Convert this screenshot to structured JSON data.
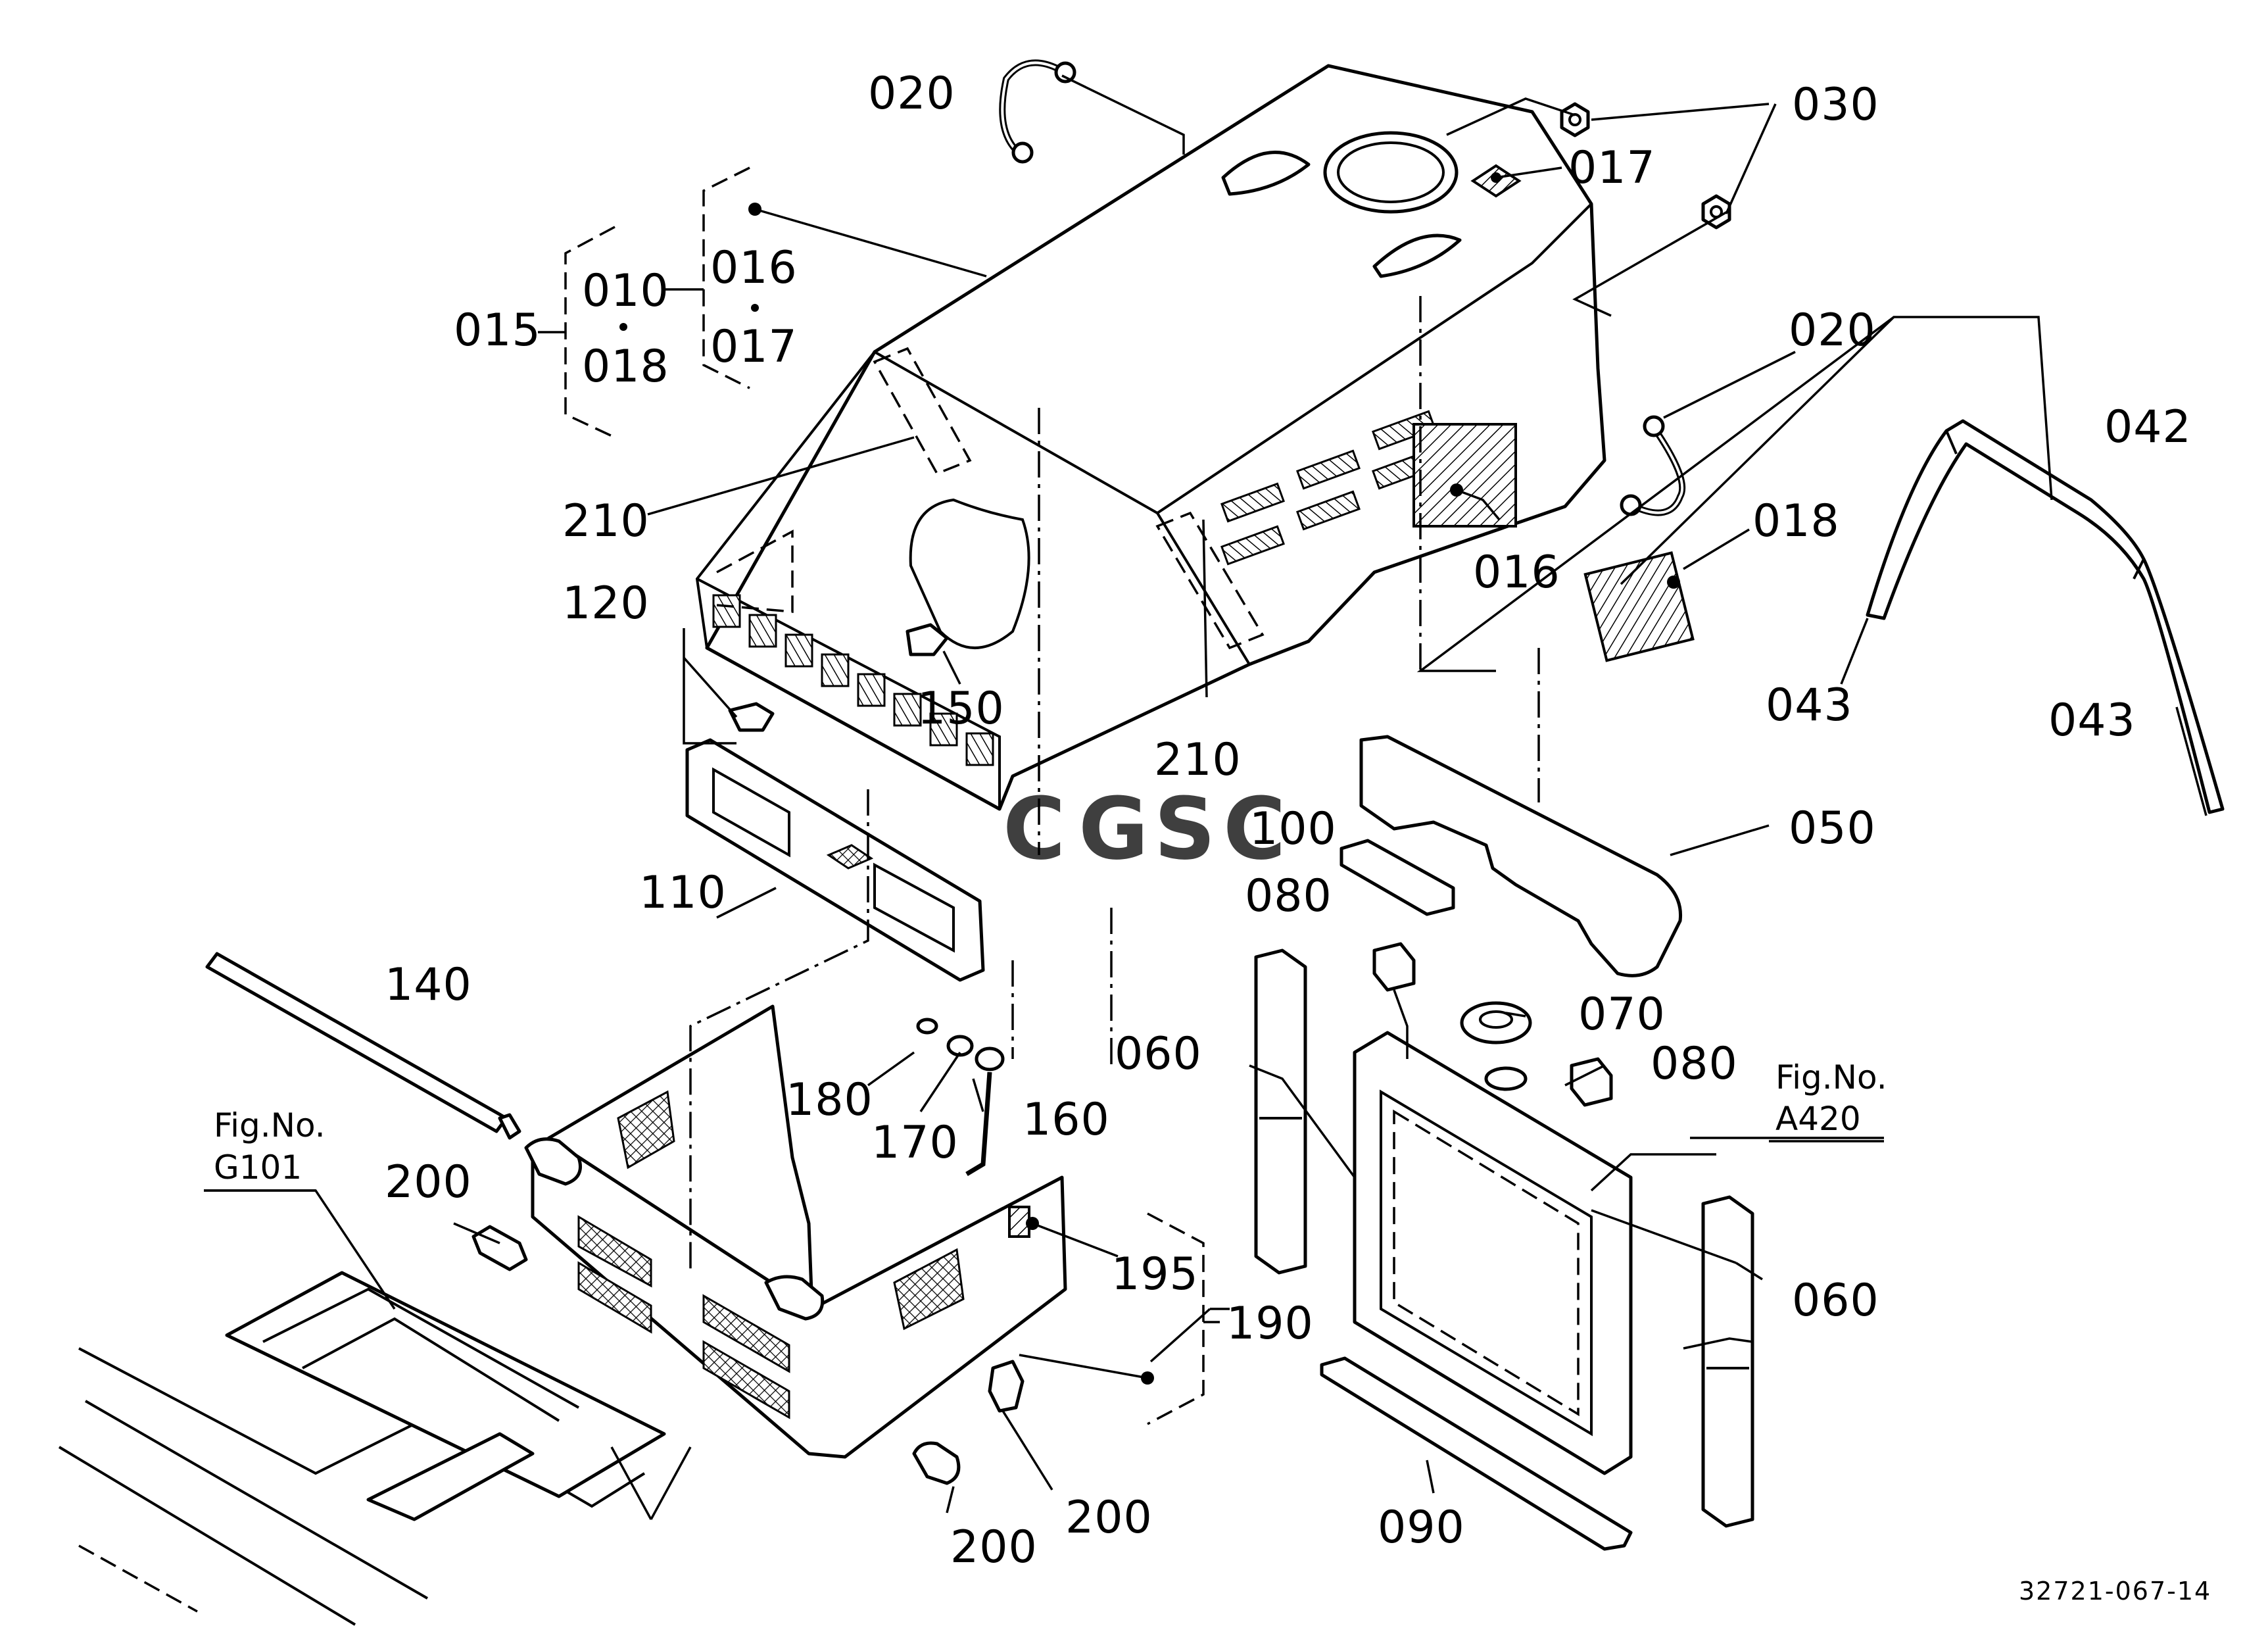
{
  "watermark": {
    "letters": [
      "C",
      "G",
      "S",
      "C"
    ],
    "colors": [
      "#4a86e8",
      "#ea4335",
      "#fbbc05",
      "#34a853"
    ]
  },
  "groups": {
    "left_kit": {
      "parent": "015",
      "members": [
        "010",
        "018"
      ]
    },
    "right_kit": {
      "members": [
        "016",
        "017"
      ]
    },
    "bracket_kit": {
      "parent": "190"
    }
  },
  "labels": {
    "p020_top": "020",
    "p030": "030",
    "p017": "017",
    "p015": "015",
    "p010": "010",
    "p018_kit": "018",
    "p016_kit": "016",
    "p017_kit": "017",
    "p020_right": "020",
    "p042": "042",
    "p018": "018",
    "p016": "016",
    "p210_left": "210",
    "p210_right": "210",
    "p120": "120",
    "p150": "150",
    "p043_left": "043",
    "p043_right": "043",
    "p100": "100",
    "p050": "050",
    "p080_top": "080",
    "p110": "110",
    "p140": "140",
    "p070": "070",
    "p080_right": "080",
    "p060_left": "060",
    "p180": "180",
    "p170": "170",
    "p160": "160",
    "p200_left": "200",
    "p195": "195",
    "p190": "190",
    "p060_right": "060",
    "p200_bottom_left": "200",
    "p200_bottom_right": "200",
    "p090": "090"
  },
  "figure_refs": {
    "g101": {
      "title": "Fig.No.",
      "number": "G101"
    },
    "a420": {
      "title": "Fig.No.",
      "number": "A420"
    }
  },
  "drawing_number": "32721-067-14"
}
